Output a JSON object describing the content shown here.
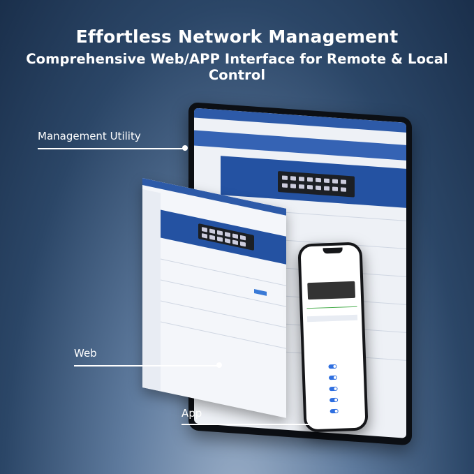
{
  "header": {
    "title": "Effortless Network Management",
    "subtitle": "Comprehensive Web/APP Interface for Remote & Local Control"
  },
  "callouts": {
    "management_utility": "Management Utility",
    "web": "Web",
    "app": "App"
  },
  "colors": {
    "accent_blue": "#2d5aa8",
    "toggle_blue": "#2f6fe0"
  }
}
